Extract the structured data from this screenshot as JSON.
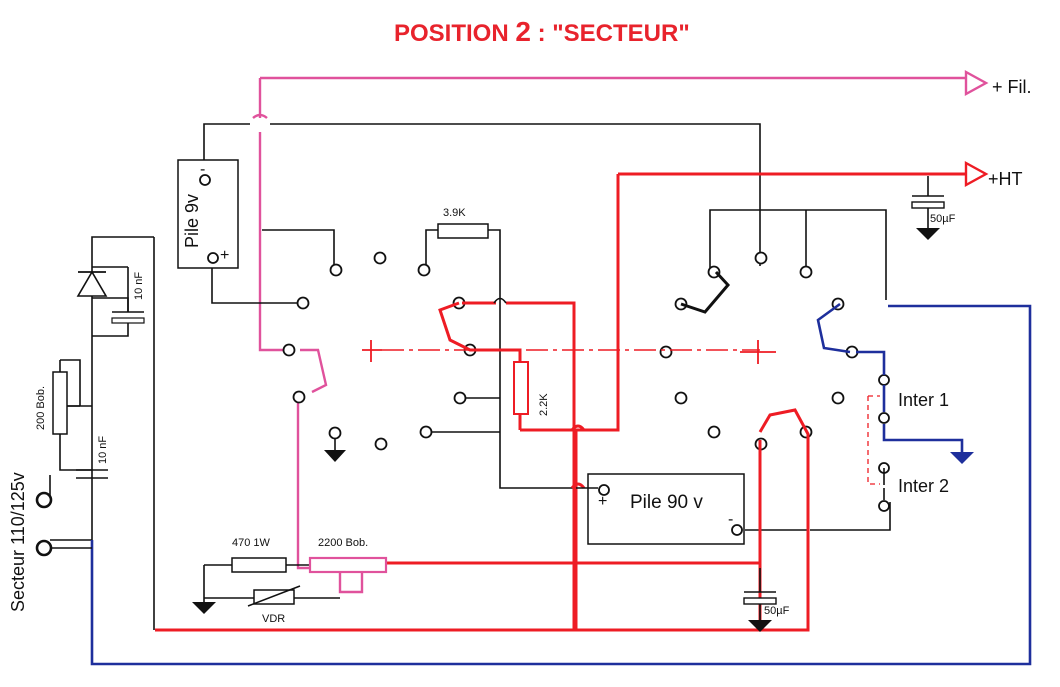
{
  "title": {
    "main": "POSITION ",
    "number": "2",
    "suffix": " : \"SECTEUR\""
  },
  "labels": {
    "fil": "+ Fil.",
    "ht": "+HT",
    "pile9": "Pile 9v",
    "pile9_minus": "-",
    "pile9_plus": "+",
    "pile90": "Pile 90 v",
    "pile90_plus": "+",
    "pile90_minus": "-",
    "res_3k9": "3.9K",
    "res_2k2": "2.2K",
    "res_470": "470 1W",
    "bob_2200": "2200 Bob.",
    "vdr": "VDR",
    "cap_50_top": "50µF",
    "cap_50_bottom": "50µF",
    "inter1": "Inter 1",
    "inter2": "Inter 2",
    "bob_200": "200 Bob.",
    "cap_10nf_left": "10 nF",
    "cap_10nf_diode": "10 nF",
    "secteur": "Secteur 110/125v"
  },
  "colors": {
    "title": "#e8232c",
    "red_wire": "#ee1c24",
    "pink_wire": "#e0529c",
    "blue_wire": "#1e2f9c",
    "black_wire": "#111111",
    "dash": "#ee1c24"
  }
}
